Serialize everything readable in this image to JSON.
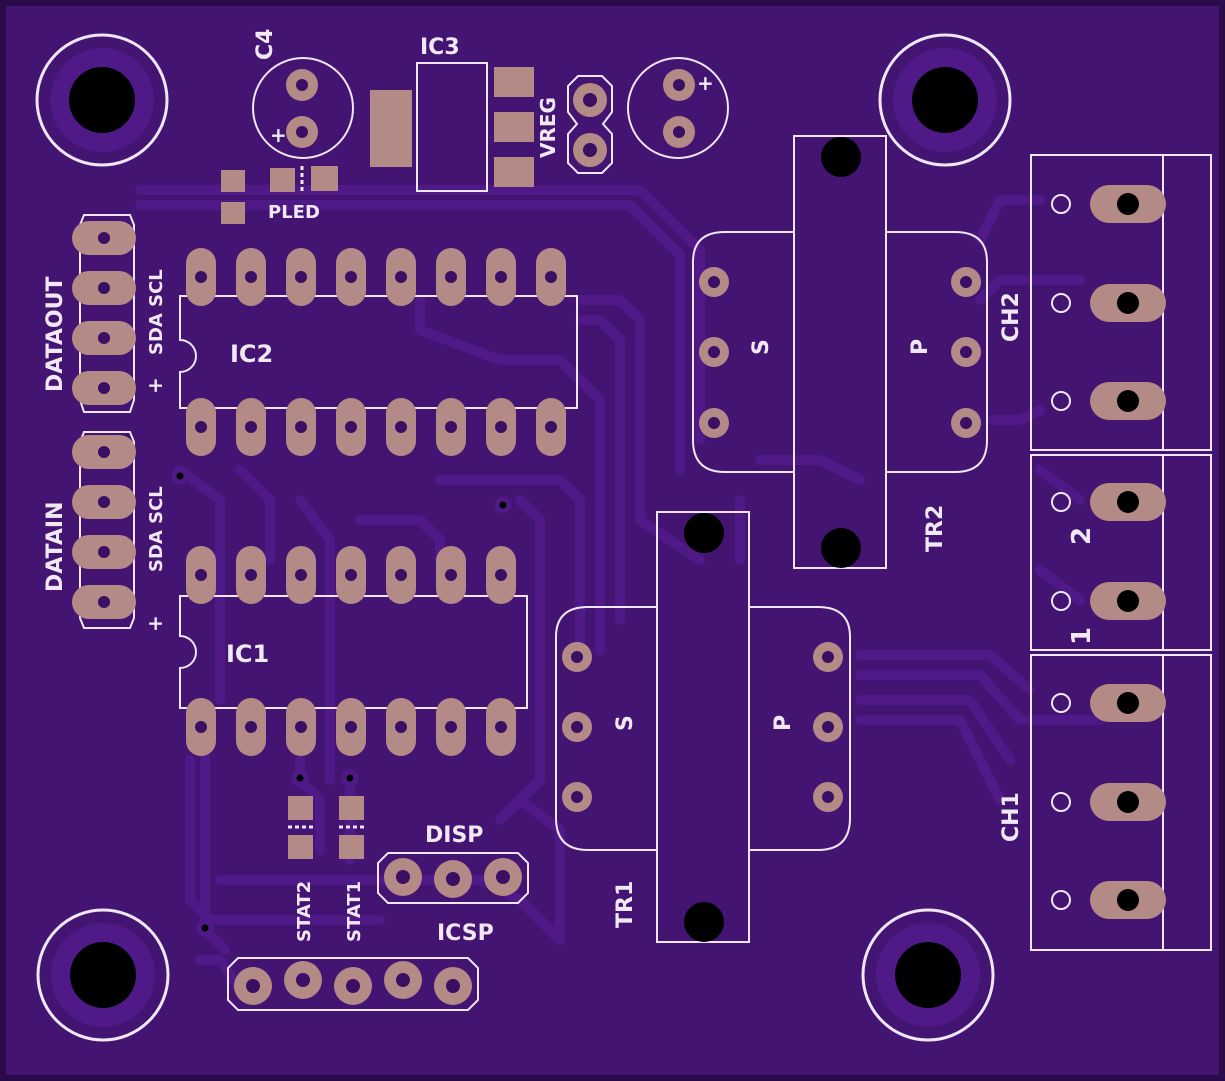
{
  "colors": {
    "substrate": "#3a0f64",
    "board": "#431471",
    "copper": "#4f1a88",
    "pad": "#b48a86",
    "silk": "#efe6f6",
    "hole": "#000000"
  },
  "labels": {
    "c4": "C4",
    "ic3": "IC3",
    "vreg": "VREG",
    "pled": "PLED",
    "ic2": "IC2",
    "ic1": "IC1",
    "dataout": "DATAOUT",
    "datain": "DATAIN",
    "sda_scl_out": "SDA SCL",
    "sda_scl_in": "SDA SCL",
    "plus_out": "+",
    "plus_in": "+",
    "plus_c4": "+",
    "plus_cap2": "+",
    "tr1": "TR1",
    "tr2": "TR2",
    "s1": "S",
    "p1": "P",
    "s2": "S",
    "p2": "P",
    "ch1": "CH1",
    "ch2": "CH2",
    "term1": "1",
    "term2": "2",
    "stat1": "STAT1",
    "stat2": "STAT2",
    "disp": "DISP",
    "icsp": "ICSP"
  }
}
